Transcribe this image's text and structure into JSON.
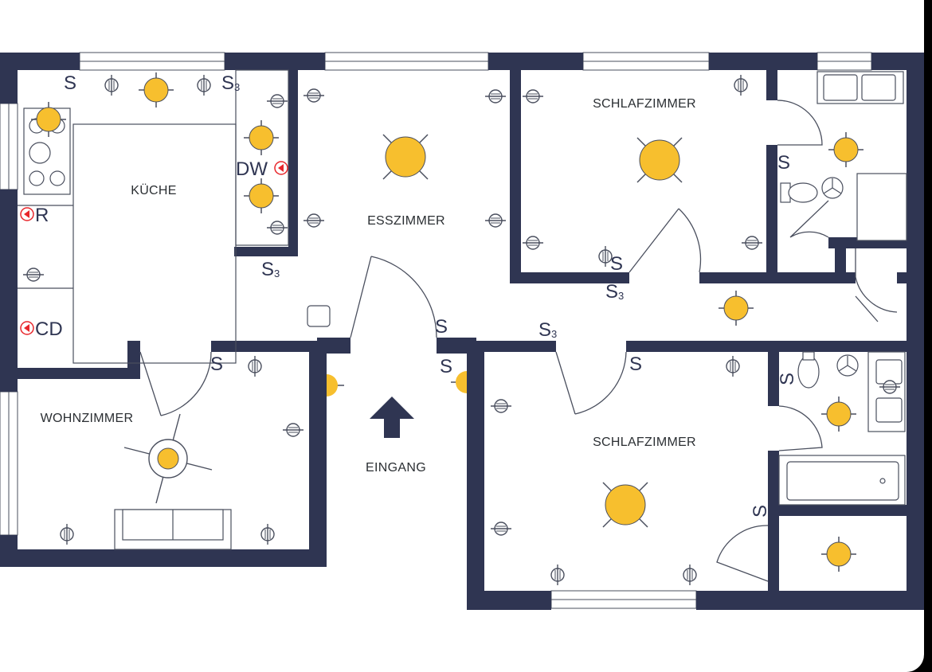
{
  "rooms": {
    "kitchen": "KÜCHE",
    "dining": "ESSZIMMER",
    "bedroom_top": "SCHLAFZIMMER",
    "bedroom_bottom": "SCHLAFZIMMER",
    "living": "WOHNZIMMER",
    "entrance": "EINGANG"
  },
  "symbols": {
    "switch": "S",
    "switch3": "S",
    "subscript3": "3",
    "dishwasher": "DW",
    "fridge": "R",
    "dryer": "CD"
  },
  "colors": {
    "wall": "#2f3552",
    "light": "#f7bf2e",
    "appliance_marker": "#e8262b",
    "line": "#4a4f5e"
  },
  "icons": [
    "ceiling-light-icon",
    "socket-icon",
    "switch-icon",
    "entrance-arrow-icon",
    "ceiling-fan-icon",
    "toilet-icon",
    "sink-icon",
    "bathtub-icon",
    "stove-icon",
    "sofa-icon"
  ]
}
